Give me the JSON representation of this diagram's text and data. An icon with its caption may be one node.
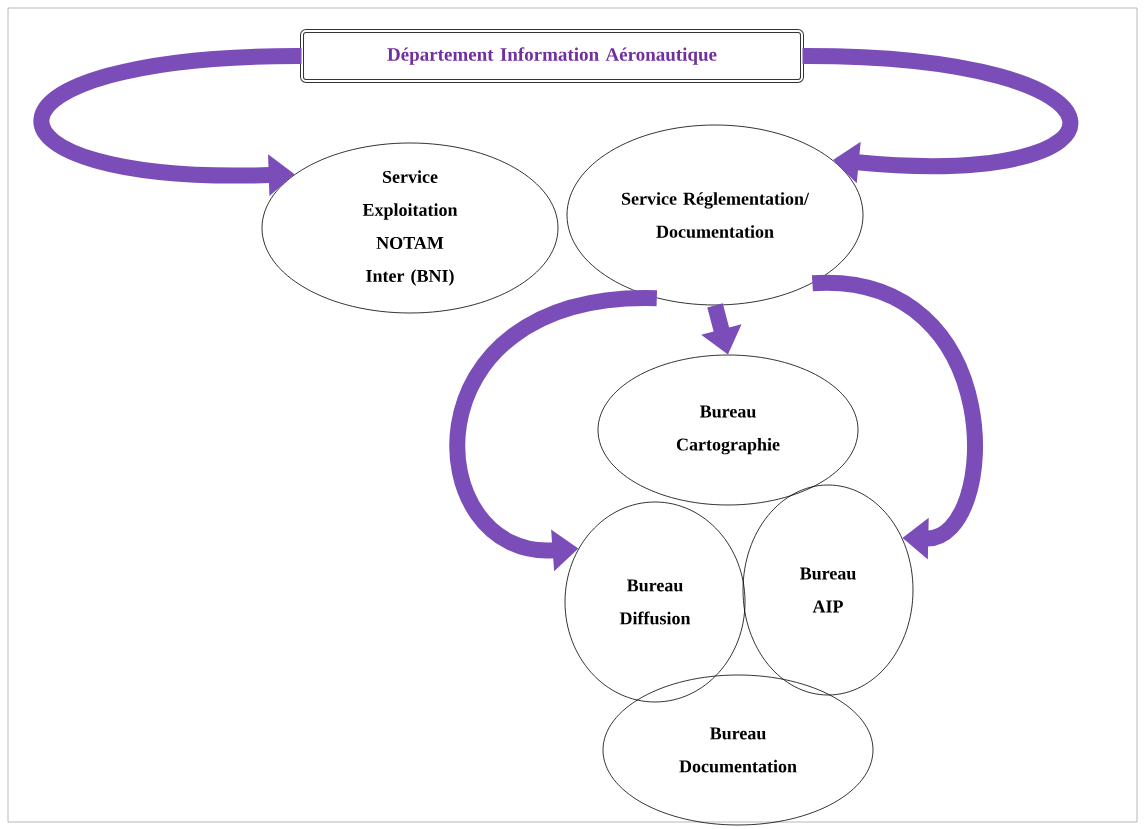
{
  "diagram": {
    "nodes": [
      {
        "text": [
          "Département Information Aéronautique"
        ]
      },
      {
        "text": [
          "Service Exploitation NOTAM Inter (BNI)"
        ]
      },
      {
        "text": [
          "Service Réglementation/ Documentation"
        ]
      },
      {
        "text": [
          "Bureau Cartographie"
        ]
      },
      {
        "text": [
          "Bureau Diffusion"
        ]
      },
      {
        "text": [
          "Bureau AIP"
        ]
      },
      {
        "text": [
          "Bureau Documentation"
        ]
      }
    ],
    "edges": [
      {
        "from": 0,
        "to": 1,
        "arrow": "to"
      },
      {
        "from": 0,
        "to": 2,
        "arrow": "to"
      },
      {
        "from": 2,
        "to": 3,
        "arrow": "to"
      },
      {
        "from": 2,
        "to": 4,
        "arrow": "to"
      },
      {
        "from": 2,
        "to": 5,
        "arrow": "to"
      }
    ]
  }
}
